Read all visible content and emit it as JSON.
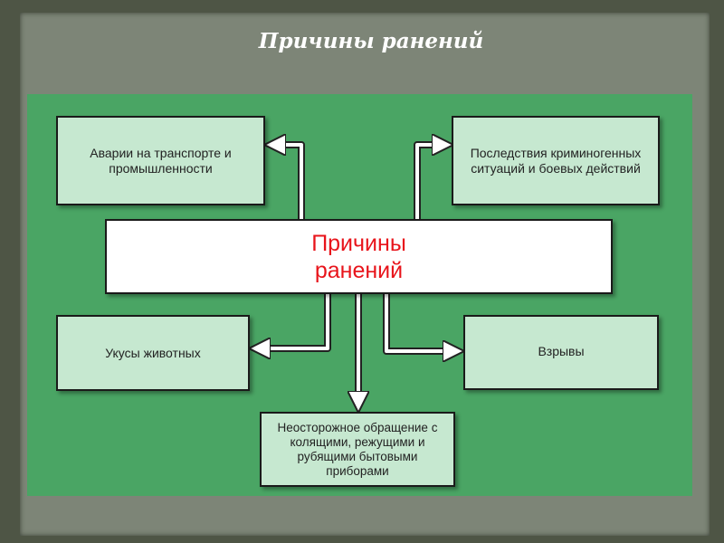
{
  "title": "Причины ранений",
  "center": "Причины ранений",
  "boxes": {
    "transport": "Аварии на транспорте и промышленности",
    "criminal": "Последствия криминогенных ситуаций и боевых действий",
    "animals": "Укусы животных",
    "explosions": "Взрывы",
    "tools": "Неосторожное обращение с колящими, режущими и рубящими бытовыми приборами"
  },
  "colors": {
    "panel": "#4aa564",
    "box": "#c6e8d0",
    "center_text": "#e8141b"
  }
}
